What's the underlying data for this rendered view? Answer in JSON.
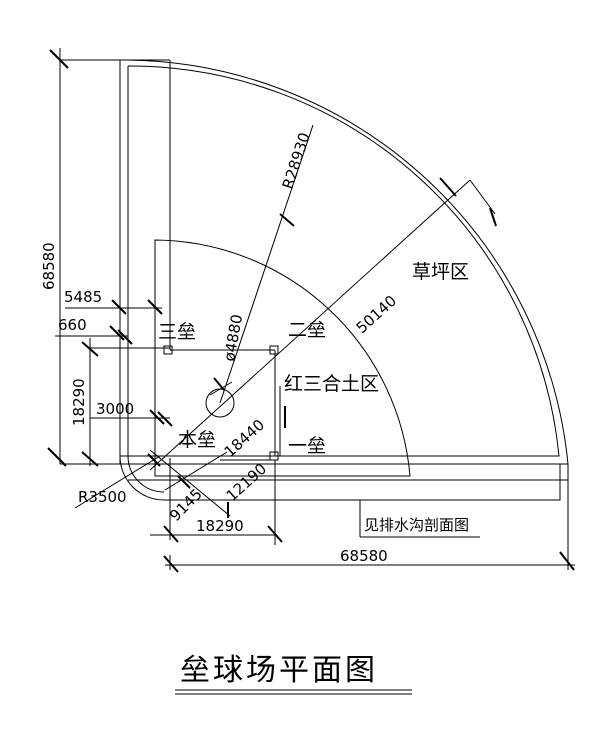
{
  "title": "垒球场平面图",
  "zones": {
    "grass": "草坪区",
    "clay": "红三合土区"
  },
  "bases": {
    "third": "三垒",
    "second": "二垒",
    "first": "一垒",
    "home": "本垒"
  },
  "dimensions": {
    "r_outfield": "R28930",
    "r_home": "R3500",
    "phi_mound": "ø4880",
    "d_diag_long": "50140",
    "d_diag_mid": "18440",
    "d_diag_short": "12190",
    "d_diag_small": "9145",
    "left_total": "68580",
    "left_5485": "5485",
    "left_660": "660",
    "left_18290": "18290",
    "left_3000": "3000",
    "bottom_18290": "18290",
    "bottom_total": "68580"
  },
  "note": "见排水沟剖面图"
}
